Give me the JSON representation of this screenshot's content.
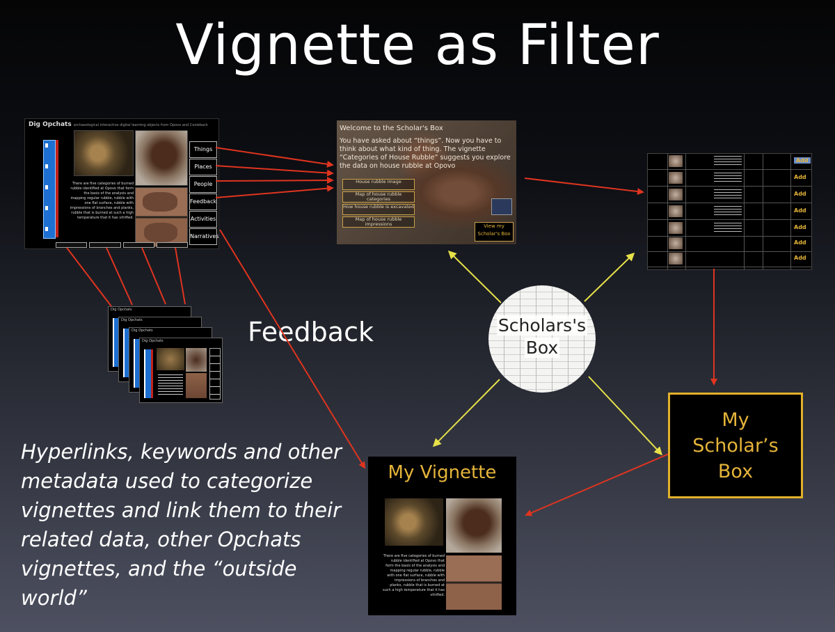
{
  "title": "Vignette as Filter",
  "feedback_label": "Feedback",
  "caption": "Hyperlinks, keywords and other metadata used to categorize vignettes and link them to their related data, other Opchats vignettes, and the “outside world”",
  "opchats": {
    "app_title": "Dig Opchats",
    "app_subtitle": "archaeological interactive digital learning objects from Opovo and Cooleback",
    "body_text": "There are five categories of burned rubble identified at Opovo that form the basis of the analysis and mapping regular rubble, rubble with one flat surface, rubble with impressions of branches and planks, rubble that is burned at such a high temperature that it has vitrified.",
    "nav": [
      "Things",
      "Places",
      "People",
      "Feedback",
      "Activities",
      "Narratives"
    ]
  },
  "welcome": {
    "heading": "Welcome to the Scholar's Box",
    "body": "You have asked about “things”. Now you have to think about what kind of thing. The vignette “Categories of House Rubble” suggests you explore the data on house rubble at Opovo",
    "buttons": [
      "House rubble image",
      "Map of house rubble categories",
      "How house rubble is excavated",
      "Map of house rubble impressions"
    ],
    "view_button": "View my Scholar's Box"
  },
  "table": {
    "add_label": "Add"
  },
  "center_node": {
    "line1": "Scholars's",
    "line2": "Box"
  },
  "my_scholars_box": {
    "line1": "My",
    "line2": "Scholar’s",
    "line3": "Box"
  },
  "my_vignette": {
    "title": "My Vignette",
    "body_text": "There are five categories of burned rubble identified at Opovo that form the basis of the analysis and mapping regular rubble, rubble with one flat surface, rubble with impressions of branches and planks, rubble that is burned at such a high temperature that it has vitrified."
  },
  "colors": {
    "red_arrow": "#e0341f",
    "yellow_arrow": "#e7e14a",
    "gold": "#e5b43a"
  }
}
